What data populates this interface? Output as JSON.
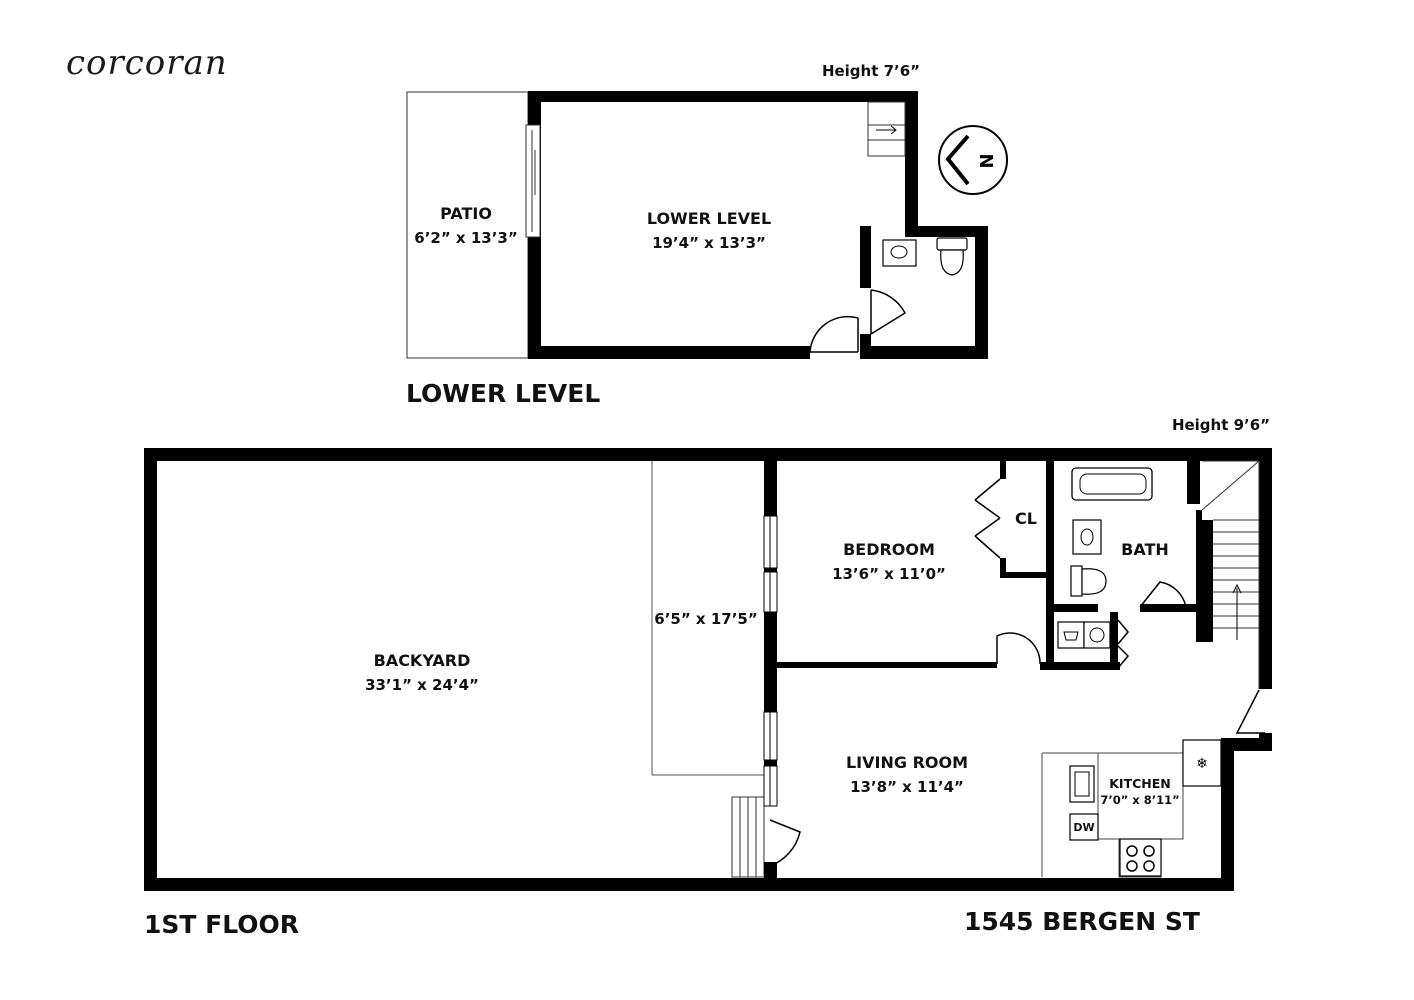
{
  "brand": {
    "logo_text": "corcoran"
  },
  "lower_level": {
    "floor_label": "LOWER LEVEL",
    "height_label": "Height 7’6”",
    "rooms": {
      "patio": {
        "name": "PATIO",
        "dims": "6’2” x 13’3”"
      },
      "lower_level": {
        "name": "LOWER LEVEL",
        "dims": "19’4” x 13’3”"
      }
    }
  },
  "first_floor": {
    "floor_label": "1ST FLOOR",
    "height_label": "Height 9’6”",
    "address": "1545 BERGEN ST",
    "rooms": {
      "backyard": {
        "name": "BACKYARD",
        "dims": "33’1” x 24’4”"
      },
      "deck": {
        "dims": "6’5” x 17’5”"
      },
      "bedroom": {
        "name": "BEDROOM",
        "dims": "13’6” x 11’0”"
      },
      "closet": {
        "name": "CL"
      },
      "bath": {
        "name": "BATH"
      },
      "living_room": {
        "name": "LIVING ROOM",
        "dims": "13’8” x 11’4”"
      },
      "kitchen": {
        "name": "KITCHEN",
        "dims": "7’0” x 8’11”"
      }
    },
    "appliances": {
      "dishwasher": "DW"
    }
  },
  "compass": {
    "icon": "north-arrow-icon",
    "letter": "N"
  }
}
